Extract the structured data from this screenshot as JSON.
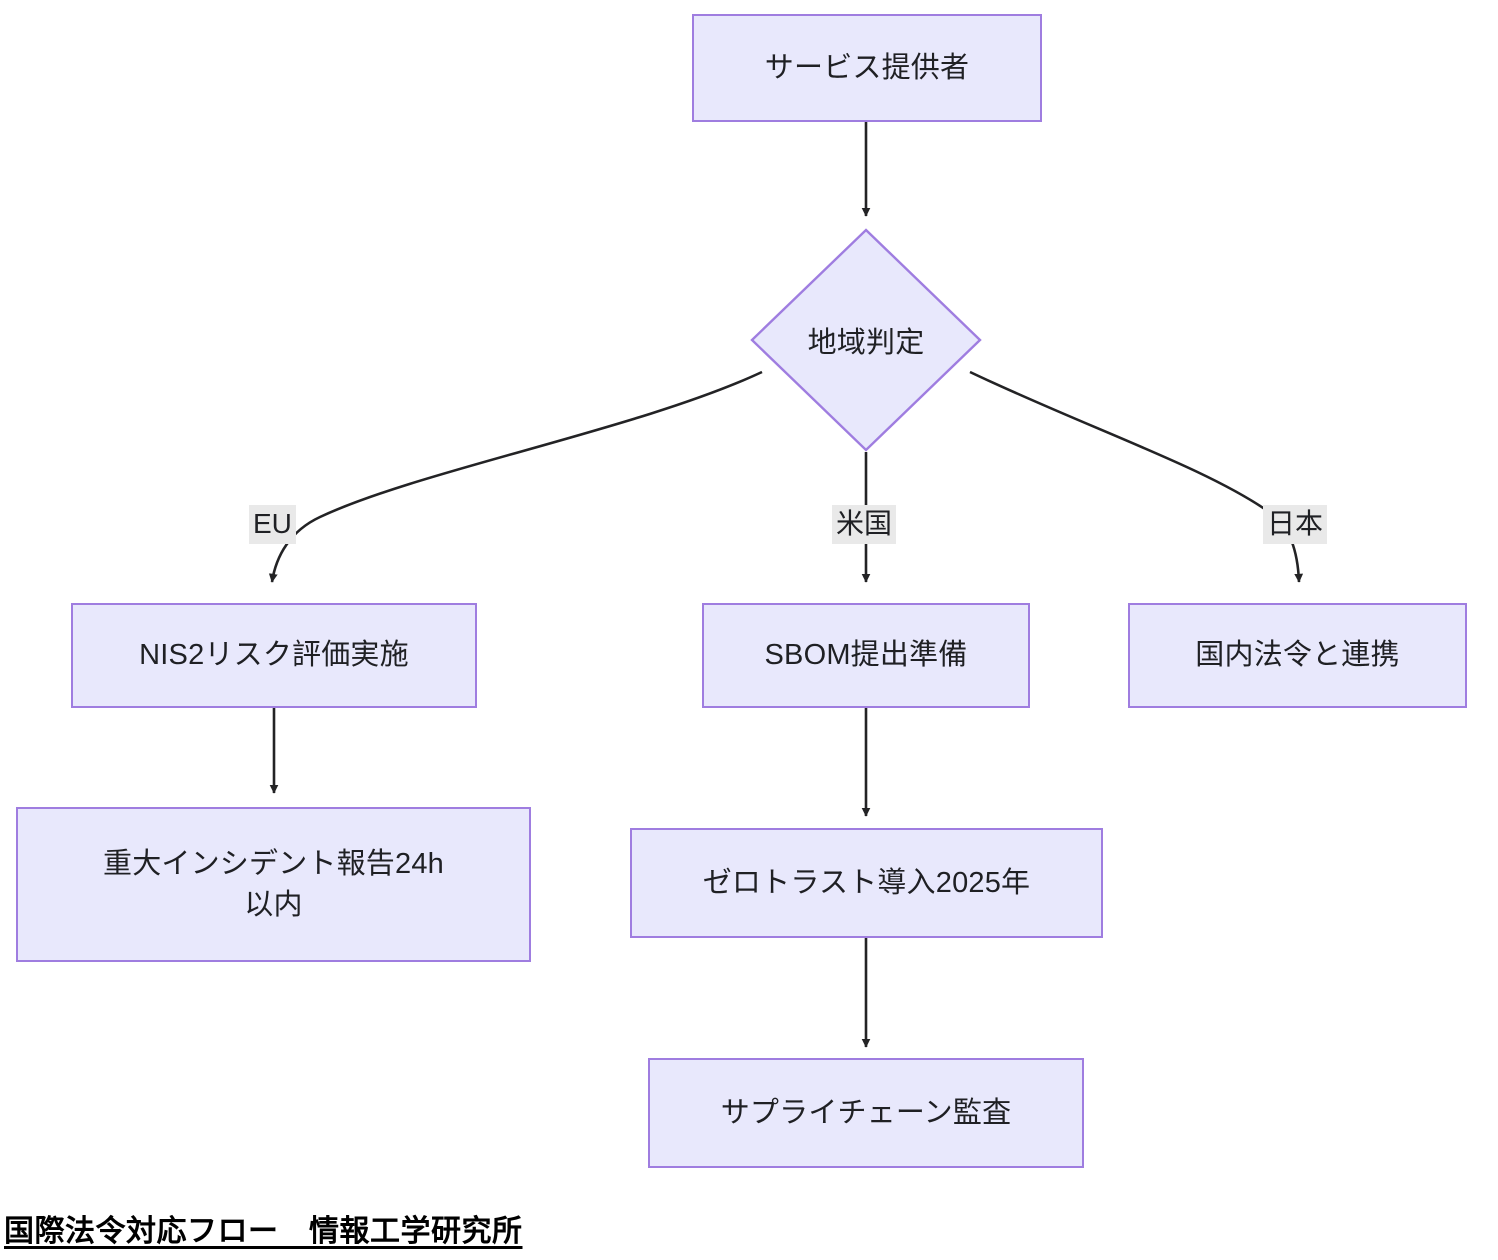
{
  "diagram": {
    "type": "flowchart",
    "caption": "国際法令対応フロー　情報工学研究所",
    "colors": {
      "node_fill": "#e8e8fc",
      "node_border": "#9f7de0",
      "edge_stroke": "#232325",
      "edge_label_bg": "#e9e9e9",
      "text": "#1f2024",
      "background": "#ffffff"
    },
    "nodes": [
      {
        "id": "service_provider",
        "shape": "rect",
        "label": "サービス提供者"
      },
      {
        "id": "region_decision",
        "shape": "diamond",
        "label": "地域判定"
      },
      {
        "id": "nis2_risk",
        "shape": "rect",
        "label": "NIS2リスク評価実施"
      },
      {
        "id": "sbom_prep",
        "shape": "rect",
        "label": "SBOM提出準備"
      },
      {
        "id": "domestic_law",
        "shape": "rect",
        "label": "国内法令と連携"
      },
      {
        "id": "incident_report",
        "shape": "rect",
        "label": "重大インシデント報告24h\n以内"
      },
      {
        "id": "zero_trust",
        "shape": "rect",
        "label": "ゼロトラスト導入2025年"
      },
      {
        "id": "supply_chain_audit",
        "shape": "rect",
        "label": "サプライチェーン監査"
      }
    ],
    "edges": [
      {
        "from": "service_provider",
        "to": "region_decision",
        "label": ""
      },
      {
        "from": "region_decision",
        "to": "nis2_risk",
        "label": "EU"
      },
      {
        "from": "region_decision",
        "to": "sbom_prep",
        "label": "米国"
      },
      {
        "from": "region_decision",
        "to": "domestic_law",
        "label": "日本"
      },
      {
        "from": "nis2_risk",
        "to": "incident_report",
        "label": ""
      },
      {
        "from": "sbom_prep",
        "to": "zero_trust",
        "label": ""
      },
      {
        "from": "zero_trust",
        "to": "supply_chain_audit",
        "label": ""
      }
    ]
  }
}
